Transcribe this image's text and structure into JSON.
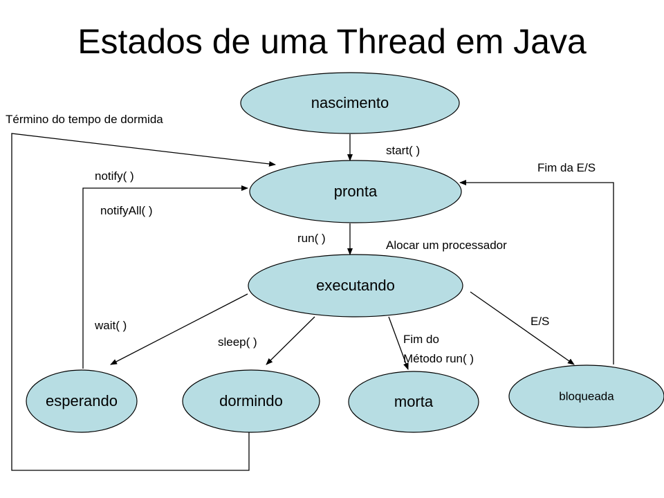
{
  "title": "Estados de uma Thread em Java",
  "colors": {
    "node_fill": "#b7dde3",
    "stroke": "#000000",
    "background": "#ffffff"
  },
  "nodes": {
    "nascimento": "nascimento",
    "pronta": "pronta",
    "executando": "executando",
    "esperando": "esperando",
    "dormindo": "dormindo",
    "morta": "morta",
    "bloqueada": "bloqueada"
  },
  "edge_labels": {
    "termino_sono": "Término do tempo de dormida",
    "start": "start( )",
    "fim_es": "Fim da E/S",
    "notify": "notify( )",
    "notify_all": "notifyAll( )",
    "run": "run( )",
    "alocar": "Alocar um processador",
    "wait": "wait(  )",
    "sleep": "sleep(  )",
    "fim_do": "Fim do",
    "metodo_run": "Método run( )",
    "es": "E/S"
  }
}
